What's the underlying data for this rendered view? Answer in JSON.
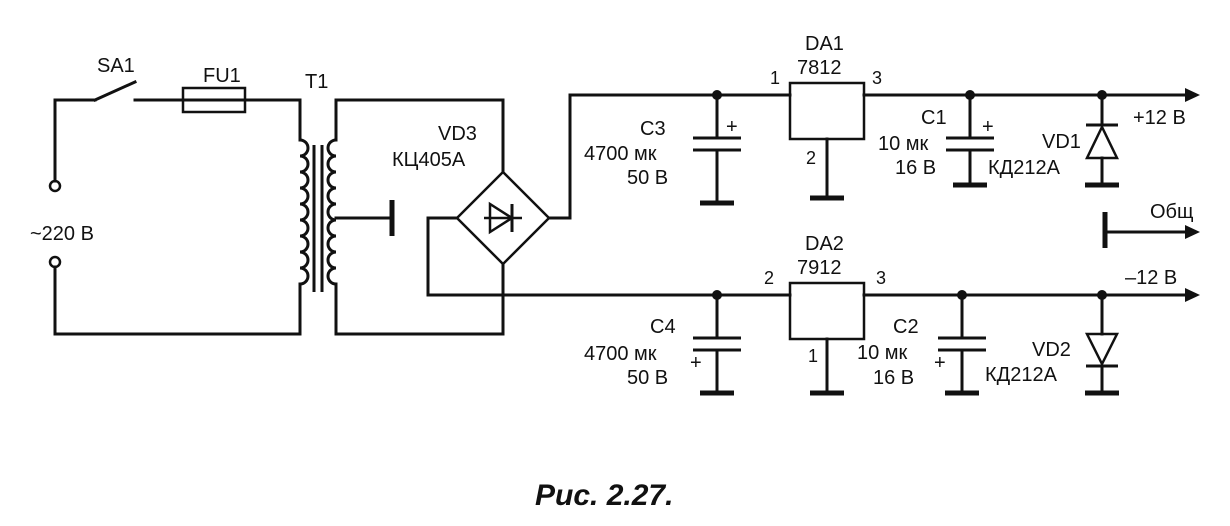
{
  "components": {
    "sa1": "SA1",
    "fu1": "FU1",
    "t1": "T1",
    "vd3": {
      "ref": "VD3",
      "type": "КЦ405А"
    },
    "da1": {
      "ref": "DA1",
      "type": "7812",
      "pin_in": "1",
      "pin_gnd": "2",
      "pin_out": "3"
    },
    "da2": {
      "ref": "DA2",
      "type": "7912",
      "pin_in": "2",
      "pin_gnd": "1",
      "pin_out": "3"
    },
    "c3": {
      "ref": "C3",
      "cap": "4700 мк",
      "volt": "50 В"
    },
    "c4": {
      "ref": "C4",
      "cap": "4700 мк",
      "volt": "50 В"
    },
    "c1": {
      "ref": "C1",
      "cap": "10 мк",
      "volt": "16 В"
    },
    "c2": {
      "ref": "C2",
      "cap": "10 мк",
      "volt": "16 В"
    },
    "vd1": {
      "ref": "VD1",
      "type": "КД212А"
    },
    "vd2": {
      "ref": "VD2",
      "type": "КД212А"
    }
  },
  "labels": {
    "mains": "~220 В",
    "out_pos": "+12 В",
    "out_common": "Общ",
    "out_neg": "–12 В",
    "plus": "+"
  },
  "caption": "Рис. 2.27."
}
